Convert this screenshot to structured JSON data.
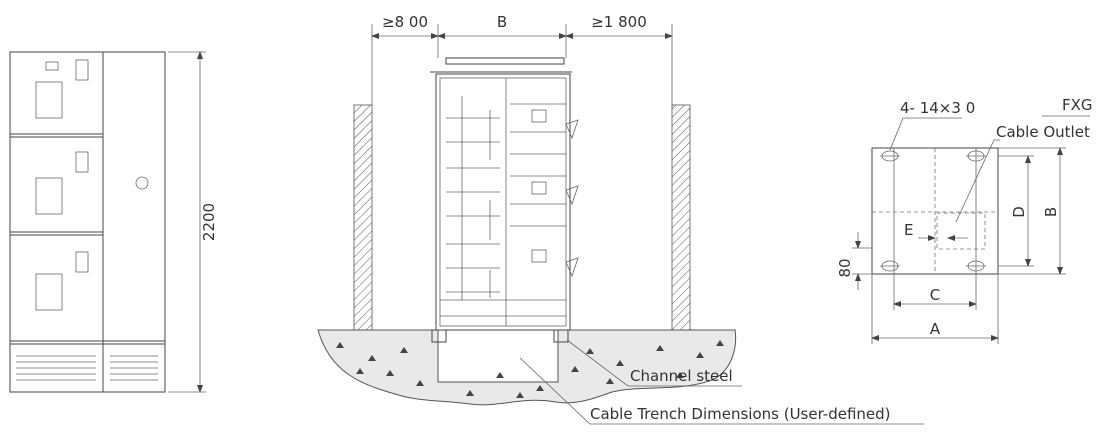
{
  "colors": {
    "line": "#444444",
    "ground": "#e9e9e9",
    "background": "#ffffff"
  },
  "front_view": {
    "height_label": "2200"
  },
  "side_view": {
    "left_clearance": "≥8 00",
    "width_label": "B",
    "right_clearance": "≥1 800",
    "callouts": {
      "channel_steel": "Channel steel",
      "cable_trench": "Cable Trench Dimensions (User-defined)"
    }
  },
  "base_plan": {
    "holes_label": "4- 14×3 0",
    "model_label": "FXG",
    "cable_outlet_label": "Cable Outlet",
    "dim_d": "D",
    "dim_b": "B",
    "dim_e": "E",
    "dim_80": "80",
    "dim_c": "C",
    "dim_a": "A"
  }
}
